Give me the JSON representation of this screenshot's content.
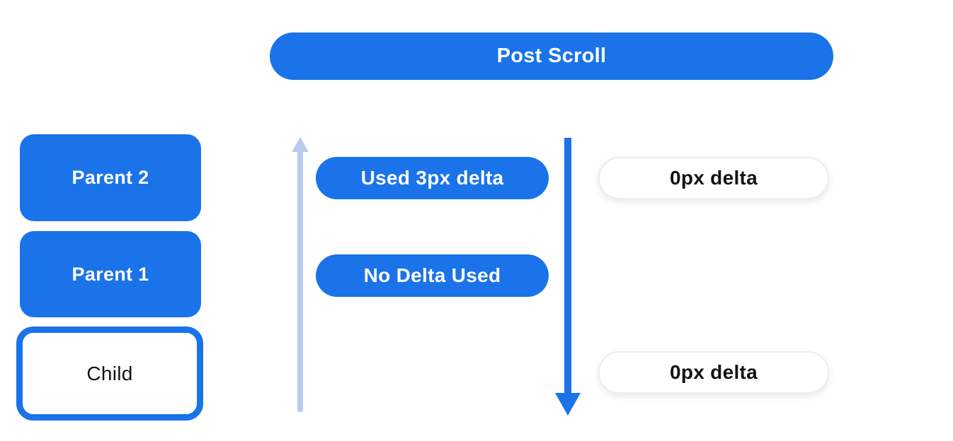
{
  "diagram": {
    "title": "Post Scroll",
    "left_column": {
      "boxes": [
        {
          "label": "Parent 2",
          "style": "filled"
        },
        {
          "label": "Parent 1",
          "style": "filled"
        },
        {
          "label": "Child",
          "style": "outlined"
        }
      ]
    },
    "middle_column": {
      "arrow_icon": "scroll-up-arrow-icon",
      "arrow_direction": "up",
      "pills": [
        {
          "label": "Used 3px delta"
        },
        {
          "label": "No Delta Used"
        }
      ]
    },
    "right_column": {
      "arrow_icon": "scroll-down-arrow-icon",
      "arrow_direction": "down",
      "pills": [
        {
          "label": "0px delta"
        },
        {
          "label": "0px delta"
        }
      ]
    }
  },
  "colors": {
    "primary": "#1a73e8",
    "light_arrow": "#b8ccf1",
    "text_dark": "#131313",
    "pill_border": "#ededed",
    "background": "#ffffff"
  }
}
